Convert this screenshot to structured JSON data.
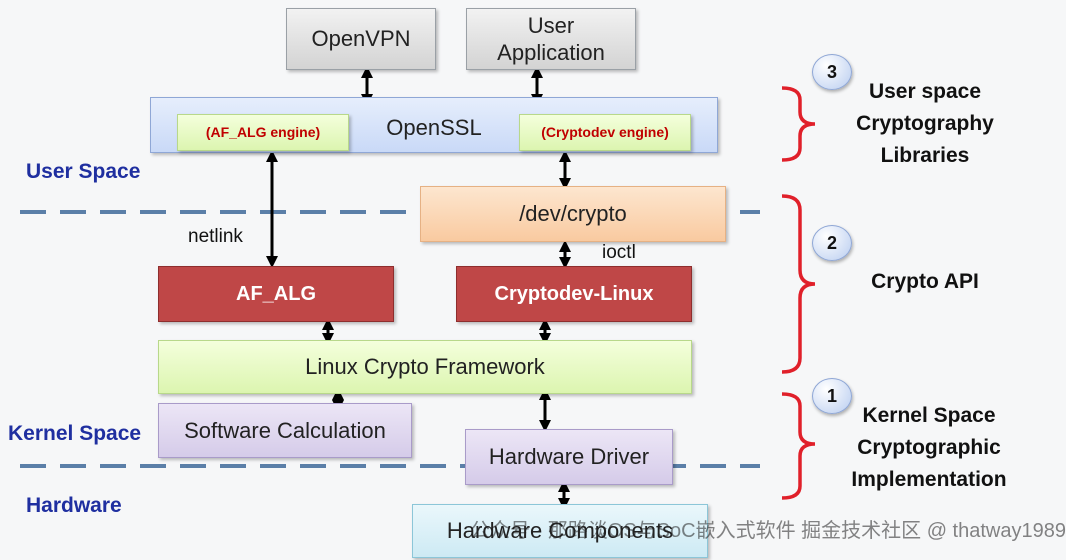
{
  "boxes": {
    "openvpn": "OpenVPN",
    "user_app": "User\nApplication",
    "openssl": "OpenSSL",
    "af_alg_engine": "(AF_ALG engine)",
    "cryptodev_engine": "(Cryptodev engine)",
    "dev_crypto": "/dev/crypto",
    "af_alg": "AF_ALG",
    "cryptodev_linux": "Cryptodev-Linux",
    "linux_crypto_framework": "Linux Crypto Framework",
    "software_calculation": "Software Calculation",
    "hardware_driver": "Hardware Driver",
    "hardware_components": "Hardware Components"
  },
  "regions": {
    "user_space": "User Space",
    "kernel_space": "Kernel Space",
    "hardware": "Hardware"
  },
  "labels": {
    "netlink": "netlink",
    "ioctl": "ioctl"
  },
  "layers": [
    {
      "number": "3",
      "title": "User space\nCryptography\nLibraries"
    },
    {
      "number": "2",
      "title": "Crypto API"
    },
    {
      "number": "1",
      "title": "Kernel Space\nCryptographic\nImplementation"
    }
  ],
  "watermark": "公众号 · 那路谈OS与SoC嵌入式软件  掘金技术社区 @ thatway1989",
  "colors": {
    "region_text": "#1f2fa0",
    "bracket": "#e0202a",
    "divider": "#5b7fa8",
    "red_box": "#bf4747"
  }
}
